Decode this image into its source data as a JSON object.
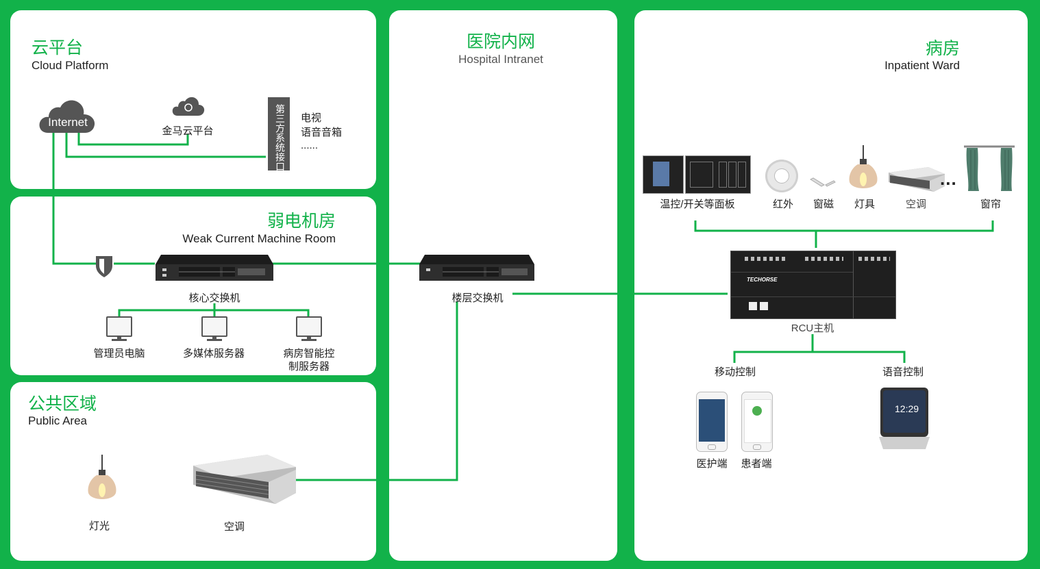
{
  "zones": {
    "cloud": {
      "title_zh": "云平台",
      "title_en": "Cloud Platform"
    },
    "machine_room": {
      "title_zh": "弱电机房",
      "title_en": "Weak Current Machine Room"
    },
    "public_area": {
      "title_zh": "公共区域",
      "title_en": "Public Area"
    },
    "intranet": {
      "title_zh": "医院内网",
      "title_en": "Hospital Intranet"
    },
    "ward": {
      "title_zh": "病房",
      "title_en": "Inpatient Ward"
    }
  },
  "nodes": {
    "internet": "Internet",
    "jinma_cloud": "金马云平台",
    "third_party": "第三方系统接口",
    "third_party_items": [
      "电视",
      "语音音箱",
      "......"
    ],
    "core_switch": "核心交换机",
    "admin_pc": "管理员电脑",
    "media_server": "多媒体服务器",
    "ward_server": [
      "病房智能控",
      "制服务器"
    ],
    "lamp_public": "灯光",
    "ac_public": "空调",
    "floor_switch": "楼层交换机",
    "panels": "温控/开关等面板",
    "infrared": "红外",
    "door_sensor": "窗磁",
    "lamp_ward": "灯具",
    "ac_ward": "空调",
    "ellipsis": "...",
    "curtain": "窗帘",
    "rcu": "RCU主机",
    "rcu_brand": "TECHORSE",
    "mobile_control": "移动控制",
    "voice_control": "语音控制",
    "nurse_app": "医护端",
    "patient_app": "患者端",
    "speaker_time": "12:29"
  },
  "colors": {
    "green": "#12b24a",
    "text": "#222222",
    "dark_device": "#2a2a2a"
  }
}
